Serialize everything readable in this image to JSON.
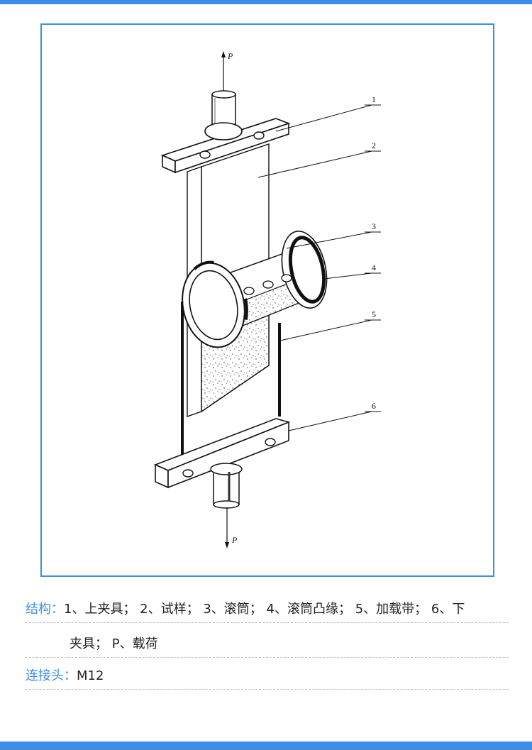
{
  "figure": {
    "part_labels": [
      "1",
      "2",
      "3",
      "4",
      "5",
      "6"
    ],
    "load_label": "P"
  },
  "structure": {
    "label": "结构：",
    "text_line1": "1、上夹具； 2、试样； 3、滚筒； 4、滚筒凸缘； 5、加载带； 6、下",
    "text_line2": "夹具； P、载荷"
  },
  "connector": {
    "label": "连接头：",
    "value": "M12"
  },
  "colors": {
    "accent": "#3d8ee6",
    "divider": "#bdbdbd"
  }
}
